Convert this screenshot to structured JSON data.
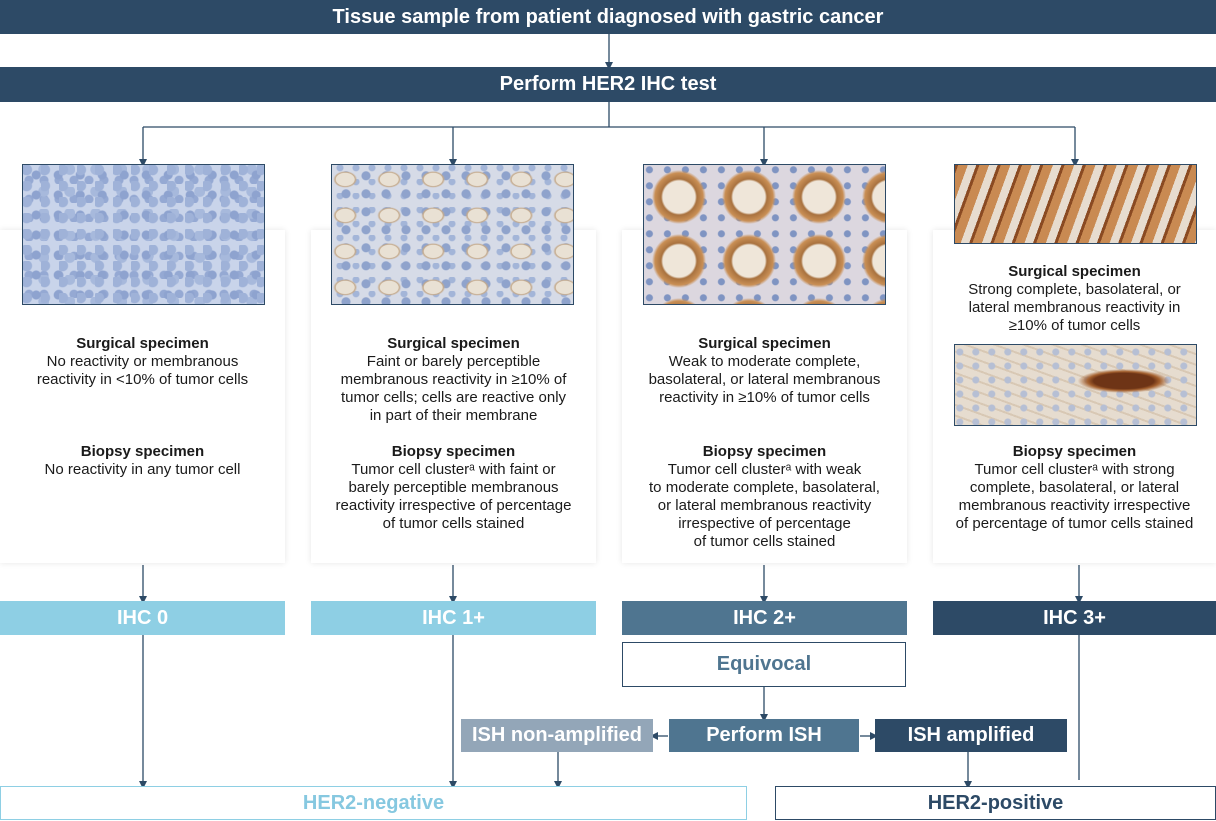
{
  "top_title": "Tissue sample from patient diagnosed with gastric cancer",
  "ihc_test": "Perform HER2 IHC test",
  "columns": [
    {
      "surgical_title": "Surgical specimen",
      "surgical_text": "No reactivity or membranous\nreactivity in <10% of tumor cells",
      "biopsy_title": "Biopsy specimen",
      "biopsy_text": "No reactivity in any tumor cell",
      "score": "IHC 0"
    },
    {
      "surgical_title": "Surgical specimen",
      "surgical_text": "Faint or barely perceptible\nmembranous reactivity in ≥10% of\ntumor cells; cells are reactive only\nin part of their membrane",
      "biopsy_title": "Biopsy specimen",
      "biopsy_text": "Tumor cell clusterᵃ with faint or\nbarely perceptible membranous\nreactivity irrespective of percentage\nof tumor cells stained",
      "score": "IHC 1+"
    },
    {
      "surgical_title": "Surgical specimen",
      "surgical_text": "Weak to moderate complete,\nbasolateral, or lateral membranous\nreactivity in ≥10% of tumor cells",
      "biopsy_title": "Biopsy specimen",
      "biopsy_text": "Tumor cell clusterᵃ with weak\nto moderate complete, basolateral,\nor lateral membranous reactivity\nirrespective of percentage\nof tumor cells stained",
      "score": "IHC 2+"
    },
    {
      "surgical_title": "Surgical specimen",
      "surgical_text": "Strong complete, basolateral, or\nlateral membranous reactivity in\n≥10% of tumor cells",
      "biopsy_title": "Biopsy specimen",
      "biopsy_text": "Tumor cell clusterᵃ with strong\ncomplete, basolateral, or lateral\nmembranous reactivity irrespective\nof percentage of tumor cells stained",
      "score": "IHC 3+"
    }
  ],
  "equivocal": "Equivocal",
  "perform_ish": "Perform ISH",
  "ish_non_amplified": "ISH non-amplified",
  "ish_amplified": "ISH amplified",
  "her2_negative": "HER2-negative",
  "her2_positive": "HER2-positive",
  "colors": {
    "dark_navy": "#2d4a66",
    "slate_blue": "#4f7590",
    "light_blue": "#8ecfe4",
    "gray_blue": "#93a6b8",
    "negative_text": "#86c8e0"
  }
}
